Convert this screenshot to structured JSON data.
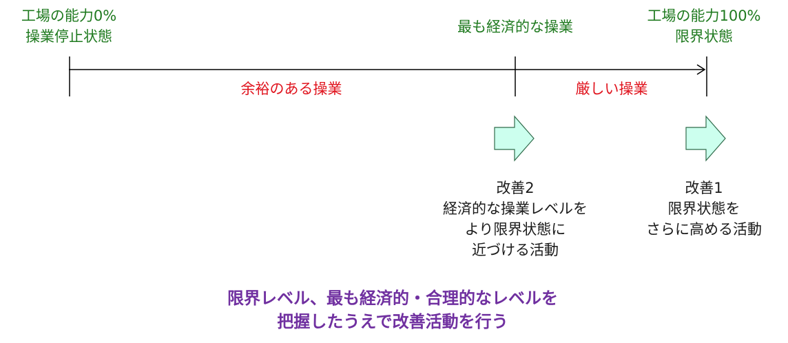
{
  "markers": {
    "zero": {
      "line1": "工場の能力0%",
      "line2": "操業停止状態"
    },
    "optimal": {
      "line1": "最も経済的な操業"
    },
    "full": {
      "line1": "工場の能力100%",
      "line2": "限界状態"
    }
  },
  "ranges": {
    "comfortable": "余裕のある操業",
    "strict": "厳しい操業"
  },
  "improvements": {
    "kaizen2": {
      "title": "改善2",
      "lines": [
        "経済的な操業レベルを",
        "より限界状態に",
        "近づける活動"
      ]
    },
    "kaizen1": {
      "title": "改善1",
      "lines": [
        "限界状態を",
        "さらに高める活動"
      ]
    }
  },
  "summary": {
    "line1": "限界レベル、最も経済的・合理的なレベルを",
    "line2": "把握したうえで改善活動を行う"
  },
  "colors": {
    "marker_text": "#1f7a1f",
    "range_text": "#e0141e",
    "summary_text": "#7030a0",
    "arrow_fill": "#ccffee",
    "arrow_stroke": "#2f6b4a"
  }
}
